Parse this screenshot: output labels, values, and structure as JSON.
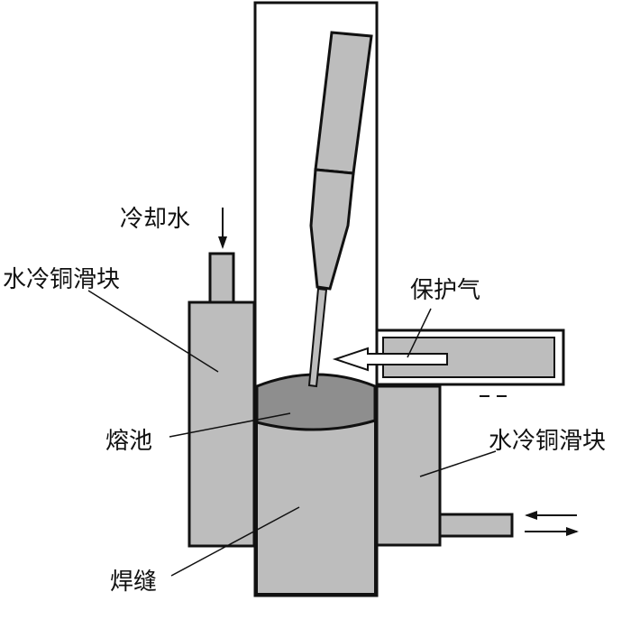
{
  "labels": {
    "cooling_water": "冷却水",
    "left_copper_slider": "水冷铜滑块",
    "shielding_gas": "保护气",
    "molten_pool": "熔池",
    "right_copper_slider": "水冷铜滑块",
    "weld_seam": "焊缝"
  },
  "colors": {
    "fill_gray": "#bdbdbd",
    "pool_gray": "#8e8e8e",
    "stroke": "#111111",
    "background": "#ffffff"
  }
}
